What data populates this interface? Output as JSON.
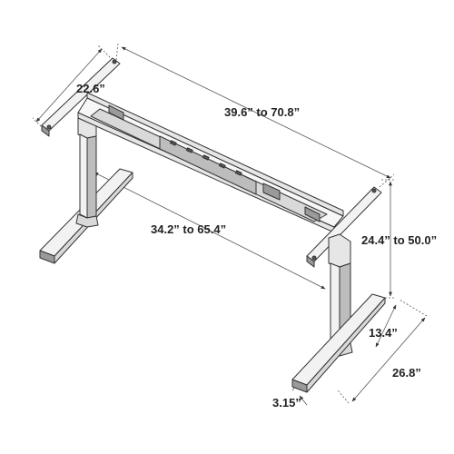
{
  "dimensions": {
    "top_bracket_width": "22.6”",
    "overall_width": "39.6” to 70.8”",
    "inner_width": "34.2” to 65.4”",
    "height": "24.4” to 50.0”",
    "foot_width": "13.4”",
    "foot_length": "26.8”",
    "foot_height": "3.15”"
  },
  "colors": {
    "line": "#333333",
    "steel_light": "#f2f2f2",
    "steel_mid": "#d9d9d9",
    "steel_dark": "#9a9a9a"
  }
}
